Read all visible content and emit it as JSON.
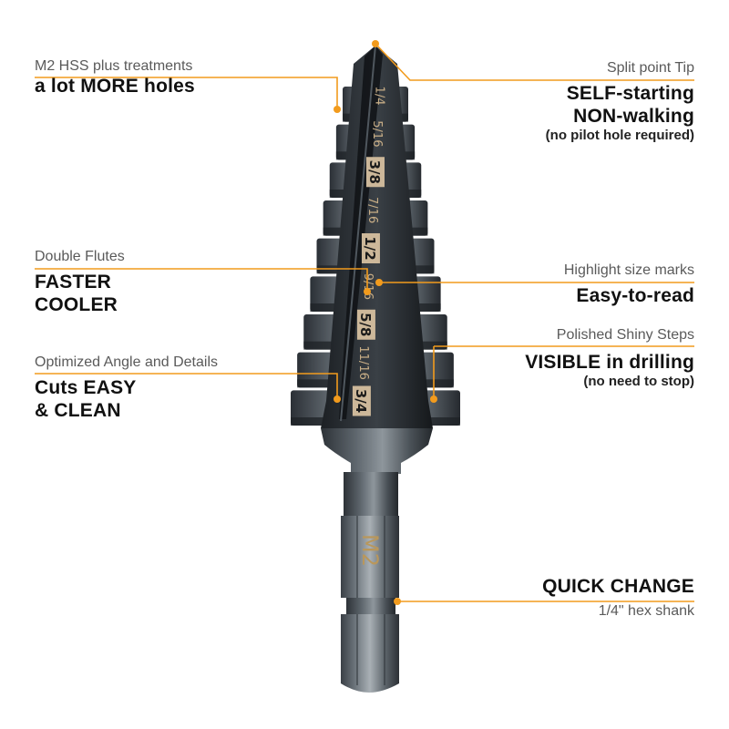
{
  "accent_color": "#f29b1d",
  "bit": {
    "size_marks": [
      {
        "text": "1/4",
        "highlight": false
      },
      {
        "text": "5/16",
        "highlight": false
      },
      {
        "text": "3/8",
        "highlight": true
      },
      {
        "text": "7/16",
        "highlight": false
      },
      {
        "text": "1/2",
        "highlight": true
      },
      {
        "text": "9/16",
        "highlight": false
      },
      {
        "text": "5/8",
        "highlight": true
      },
      {
        "text": "11/16",
        "highlight": false
      },
      {
        "text": "3/4",
        "highlight": true
      }
    ],
    "shank_label": "M2"
  },
  "callouts": {
    "hss": {
      "subtitle": "M2 HSS plus treatments",
      "headline": "a lot MORE holes"
    },
    "flutes": {
      "subtitle": "Double Flutes",
      "headline_1": "FASTER",
      "headline_2": "COOLER"
    },
    "angle": {
      "subtitle": "Optimized Angle and Details",
      "headline_1": "Cuts EASY",
      "headline_2": "& CLEAN"
    },
    "tip": {
      "subtitle": "Split point Tip",
      "headline_1": "SELF-starting",
      "headline_2": "NON-walking",
      "note": "(no pilot hole required)"
    },
    "marks": {
      "subtitle": "Highlight size marks",
      "headline": "Easy-to-read"
    },
    "steps": {
      "subtitle": "Polished Shiny Steps",
      "headline": "VISIBLE in drilling",
      "note": "(no need to stop)"
    },
    "shank": {
      "headline": "QUICK CHANGE",
      "subtitle": "1/4\" hex shank"
    }
  }
}
